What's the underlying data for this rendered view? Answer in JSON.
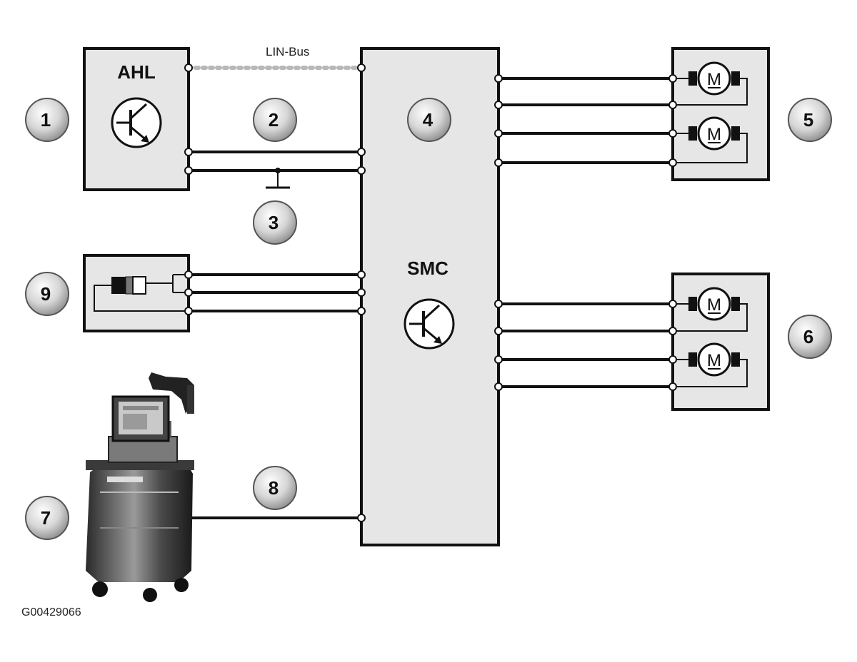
{
  "components": {
    "ahl": {
      "label": "AHL"
    },
    "smc": {
      "label": "SMC"
    },
    "lin_bus": {
      "label": "LIN-Bus"
    }
  },
  "callouts": [
    "1",
    "2",
    "3",
    "4",
    "5",
    "6",
    "7",
    "8",
    "9"
  ],
  "figure_id": "G00429066",
  "motor_symbol": "M",
  "icons": [
    "transistor-icon",
    "motor-icon",
    "ground-icon",
    "sensor-icon",
    "diagnostic-tester-icon"
  ]
}
